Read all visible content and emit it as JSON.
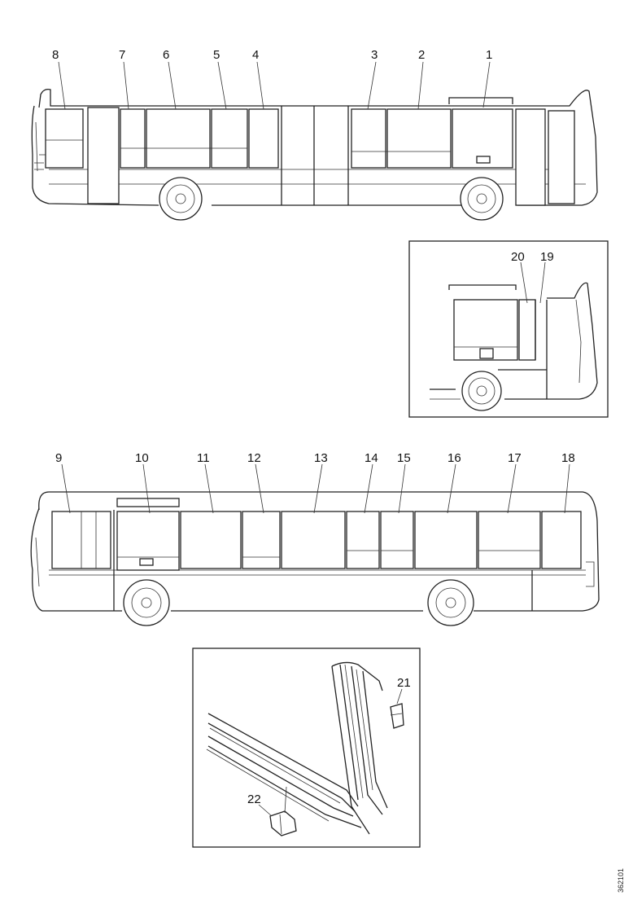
{
  "callouts": {
    "c1": "1",
    "c2": "2",
    "c3": "3",
    "c4": "4",
    "c5": "5",
    "c6": "6",
    "c7": "7",
    "c8": "8",
    "c9": "9",
    "c10": "10",
    "c11": "11",
    "c12": "12",
    "c13": "13",
    "c14": "14",
    "c15": "15",
    "c16": "16",
    "c17": "17",
    "c18": "18",
    "c19": "19",
    "c20": "20",
    "c21": "21",
    "c22": "22"
  },
  "reference_code": "362101"
}
